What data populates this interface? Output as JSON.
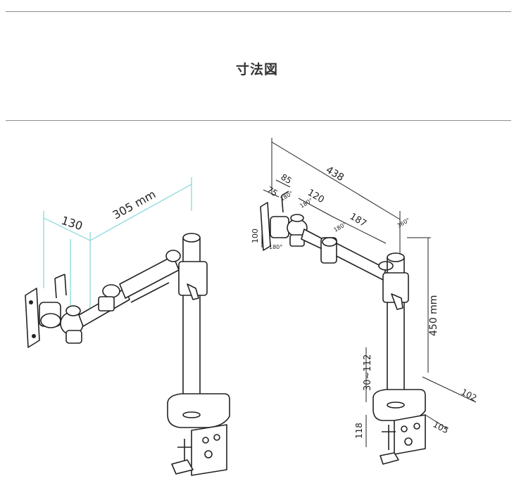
{
  "title": "寸法図",
  "colors": {
    "rule": "#8c8c8c",
    "line": "#222222",
    "dimension": "#7fd6d6"
  },
  "left_diagram": {
    "dim_labels": {
      "plate_offset": "130",
      "arm_length": "305 mm"
    }
  },
  "right_diagram": {
    "dim_labels": {
      "overall_span": "438",
      "plate_offset": "85",
      "plate_depth": "75",
      "segment_1": "120",
      "segment_2": "187",
      "plate_height": "100",
      "pole_height": "450 mm",
      "clamp_range": "30~112",
      "clamp_height": "118",
      "base_width": "102",
      "base_depth": "105"
    },
    "rotation_labels": [
      "180°",
      "180°",
      "180°",
      "360°",
      "180°"
    ]
  }
}
